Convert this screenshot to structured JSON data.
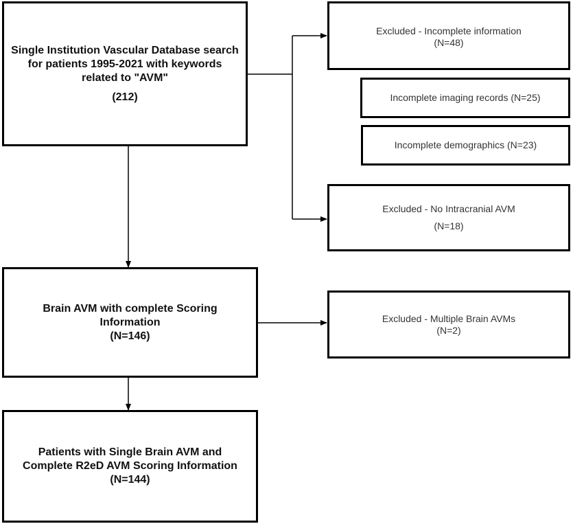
{
  "main_boxes": {
    "search": {
      "lines": [
        "Single Institution Vascular Database search",
        "for patients 1995-2021 with keywords",
        "related to \"AVM\""
      ],
      "count": "(212)"
    },
    "complete_scoring": {
      "lines": [
        "Brain AVM with complete Scoring",
        "Information"
      ],
      "count": "(N=146)"
    },
    "final": {
      "lines": [
        "Patients with Single Brain AVM and",
        "Complete R2eD AVM Scoring Information"
      ],
      "count": "(N=144)"
    }
  },
  "exclusions": {
    "incomplete_info": {
      "label": "Excluded - Incomplete information",
      "count": "(N=48)"
    },
    "imaging": {
      "label": "Incomplete imaging records (N=25)"
    },
    "demographics": {
      "label": "Incomplete demographics (N=23)"
    },
    "no_intracranial": {
      "label": "Excluded - No Intracranial AVM",
      "count": "(N=18)"
    },
    "multiple": {
      "label": "Excluded - Multiple Brain AVMs",
      "count": "(N=2)"
    }
  }
}
